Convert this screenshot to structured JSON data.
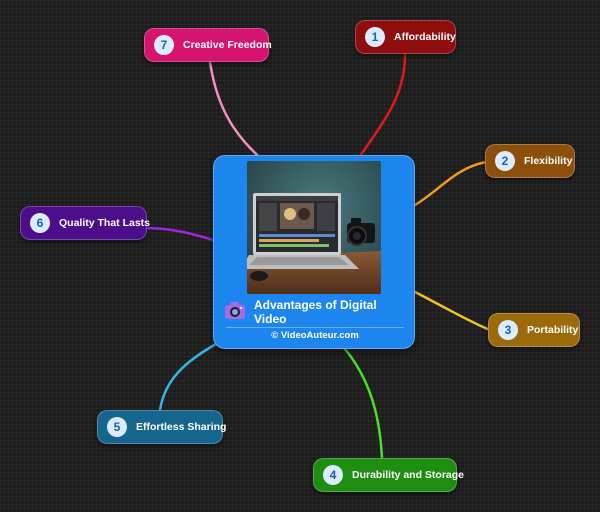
{
  "center": {
    "title": "Advantages of Digital Video",
    "credit": "© VideoAuteur.com",
    "icon": "camera-icon",
    "color": "#1c86ee"
  },
  "nodes": [
    {
      "num": "1",
      "label": "Affordability",
      "color": "#8e0d0d",
      "line": "#e01b1b"
    },
    {
      "num": "2",
      "label": "Flexibility",
      "color": "#8c4f0c",
      "line": "#f29a1e"
    },
    {
      "num": "3",
      "label": "Portability",
      "color": "#9a6a0b",
      "line": "#f2c22a"
    },
    {
      "num": "4",
      "label": "Durability and Storage",
      "color": "#1f8c12",
      "line": "#4be02a"
    },
    {
      "num": "5",
      "label": "Effortless Sharing",
      "color": "#16658c",
      "line": "#33b7e6"
    },
    {
      "num": "6",
      "label": "Quality That Lasts",
      "color": "#4d0e8c",
      "line": "#9c26e0"
    },
    {
      "num": "7",
      "label": "Creative Freedom",
      "color": "#d4146e",
      "line": "#f48fc4"
    }
  ]
}
